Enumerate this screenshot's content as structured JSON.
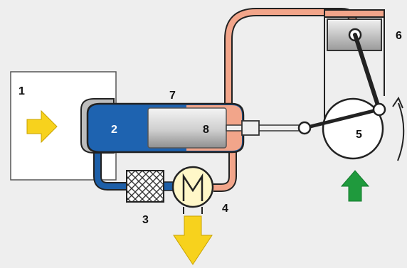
{
  "labels": {
    "l1": "1",
    "l2": "2",
    "l3": "3",
    "l4": "4",
    "l5": "5",
    "l6": "6",
    "l7": "7",
    "l8": "8"
  },
  "colors": {
    "background": "#eeeeee",
    "hot_pipe": "#f2a58a",
    "cold_pipe": "#1d5fa8",
    "cold_chamber": "#1e63b0",
    "hot_chamber": "#f2a58a",
    "piston_gray": "#c9c9c9",
    "heater_fill": "#fff7c8",
    "arrow_yellow": "#f7d21d",
    "arrow_green": "#1f9a3d"
  },
  "icons": {
    "heat_in": "yellow-arrow-right-icon",
    "heat_out": "yellow-arrow-down-icon",
    "flow": "green-arrow-up-icon",
    "rotation": "rotation-arc-arrow-icon"
  }
}
